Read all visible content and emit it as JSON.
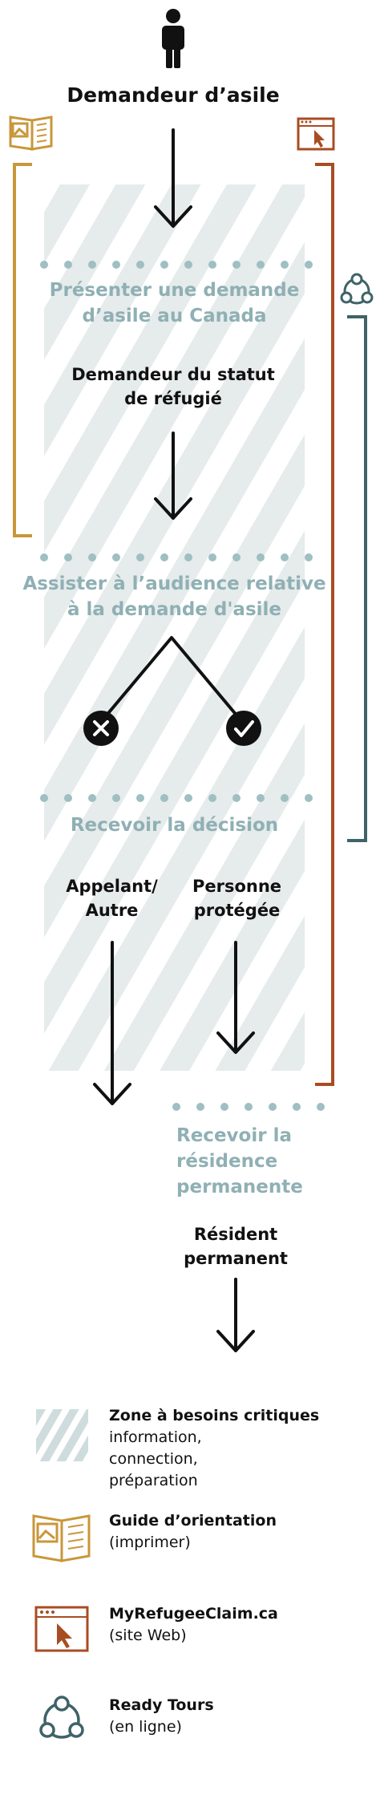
{
  "top": {
    "title": "Demandeur d’asile",
    "person_icon": "person-icon",
    "left_icon": "guide-book-icon",
    "right_icon": "website-icon"
  },
  "stages": {
    "present_claim": "Présenter une demande d’asile au Canada",
    "claimant_status": "Demandeur du statut de réfugié",
    "hearing": "Assister à l’audience relative à la demande d'asile",
    "decision": "Recevoir la décision",
    "appellant": "Appelant/ Autre",
    "protected": "Personne protégée",
    "receive_pr": "Recevoir la résidence permanente",
    "permanent_resident": "Résident permanent"
  },
  "outcome_icons": {
    "rejected": "x-circle-icon",
    "accepted": "check-circle-icon"
  },
  "legend": [
    {
      "icon": "hatched-zone-icon",
      "title": "Zone à besoins critiques",
      "lines": [
        "information,",
        "connection,",
        "préparation"
      ]
    },
    {
      "icon": "guide-book-icon",
      "title": "Guide d’orientation",
      "lines": [
        "(imprimer)"
      ]
    },
    {
      "icon": "website-icon",
      "title": "MyRefugeeClaim.ca",
      "lines": [
        "(site Web)"
      ]
    },
    {
      "icon": "ready-tours-icon",
      "title": "Ready Tours",
      "lines": [
        "(en ligne)"
      ]
    }
  ],
  "colors": {
    "gold": "#c8973a",
    "rust": "#a84c22",
    "teal": "#3f6367",
    "stage_text": "#8fb0b4",
    "hatch": "#e6ebec",
    "dots": "#9fbfc2"
  }
}
